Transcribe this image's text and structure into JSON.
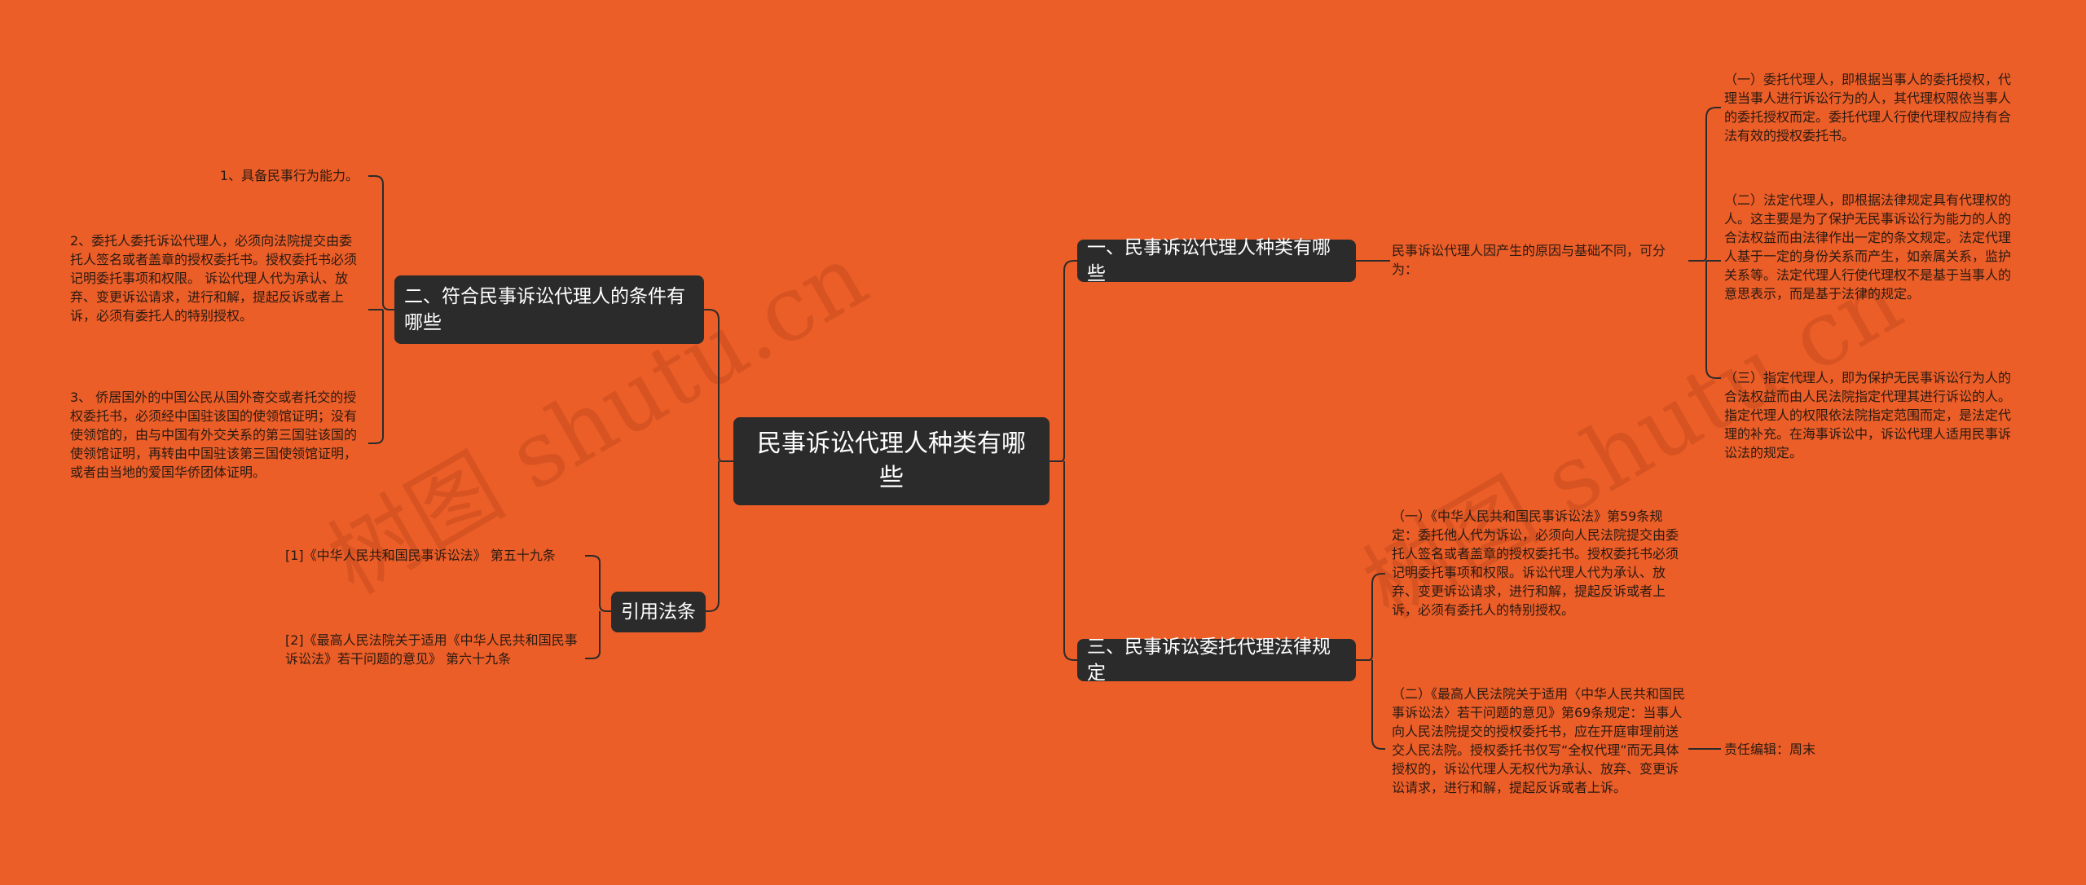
{
  "root": {
    "title": "民事诉讼代理人种类有哪些"
  },
  "watermarks": [
    "树图 shutu.cn",
    "树图 shutu.cn"
  ],
  "left": {
    "conditions": {
      "title": "二、符合民事诉讼代理人的条件有哪些",
      "items": [
        "1、具备民事行为能力。",
        "2、委托人委托诉讼代理人，必须向法院提交由委托人签名或者盖章的授权委托书。授权委托书必须记明委托事项和权限。 诉讼代理人代为承认、放弃、变更诉讼请求，进行和解，提起反诉或者上诉，必须有委托人的特别授权。",
        "3、 侨居国外的中国公民从国外寄交或者托交的授权委托书，必须经中国驻该国的使领馆证明；没有使领馆的，由与中国有外交关系的第三国驻该国的使领馆证明，再转由中国驻该第三国使领馆证明，或者由当地的爱国华侨团体证明。"
      ]
    },
    "citations": {
      "title": "引用法条",
      "items": [
        "[1]《中华人民共和国民事诉讼法》 第五十九条",
        "[2]《最高人民法院关于适用《中华人民共和国民事诉讼法》若干问题的意见》 第六十九条"
      ]
    }
  },
  "right": {
    "types": {
      "title": "一、民事诉讼代理人种类有哪些",
      "intro": "民事诉讼代理人因产生的原因与基础不同，可分为：",
      "items": [
        "（一）委托代理人，即根据当事人的委托授权，代理当事人进行诉讼行为的人，其代理权限依当事人的委托授权而定。委托代理人行使代理权应持有合法有效的授权委托书。",
        "（二）法定代理人，即根据法律规定具有代理权的人。这主要是为了保护无民事诉讼行为能力的人的合法权益而由法律作出一定的条文规定。法定代理人基于一定的身份关系而产生，如亲属关系，监护关系等。法定代理人行使代理权不是基于当事人的意思表示，而是基于法律的规定。",
        "（三）指定代理人，即为保护无民事诉讼行为人的合法权益而由人民法院指定代理其进行诉讼的人。指定代理人的权限依法院指定范围而定，是法定代理的补充。在海事诉讼中，诉讼代理人适用民事诉讼法的规定。"
      ]
    },
    "regulations": {
      "title": "三、民事诉讼委托代理法律规定",
      "items": [
        "（一）《中华人民共和国民事诉讼法》第59条规定：委托他人代为诉讼，必须向人民法院提交由委托人签名或者盖章的授权委托书。授权委托书必须记明委托事项和权限。诉讼代理人代为承认、放弃、变更诉讼请求，进行和解，提起反诉或者上诉，必须有委托人的特别授权。",
        "（二）《最高人民法院关于适用〈中华人民共和国民事诉讼法〉若干问题的意见》第69条规定：当事人向人民法院提交的授权委托书，应在开庭审理前送交人民法院。授权委托书仅写“全权代理”而无具体授权的，诉讼代理人无权代为承认、放弃、变更诉讼请求，进行和解，提起反诉或者上诉。"
      ],
      "editor": "责任编辑：周末"
    }
  },
  "colors": {
    "background": "#EC5E28",
    "node": "#2B2B2B",
    "line": "#2B2B2B"
  }
}
